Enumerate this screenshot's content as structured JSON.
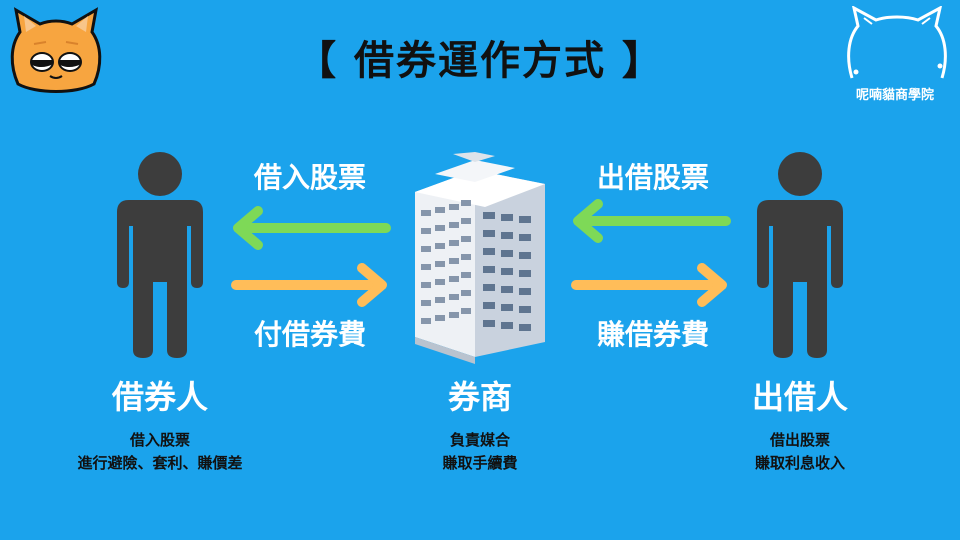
{
  "title": "【 借券運作方式 】",
  "brand": {
    "name": "呢喃貓商學院"
  },
  "arrows": {
    "left_top_label": "借入股票",
    "left_bottom_label": "付借券費",
    "right_top_label": "出借股票",
    "right_bottom_label": "賺借券費"
  },
  "roles": {
    "borrower": {
      "name": "借券人",
      "desc_line1": "借入股票",
      "desc_line2": "進行避險、套利、賺價差"
    },
    "broker": {
      "name": "券商",
      "desc_line1": "負責媒合",
      "desc_line2": "賺取手續費"
    },
    "lender": {
      "name": "出借人",
      "desc_line1": "借出股票",
      "desc_line2": "賺取利息收入"
    }
  },
  "colors": {
    "background": "#1ba3ec",
    "green_arrow": "#7ed957",
    "orange_arrow": "#ffbd59",
    "person": "#3d3d3d"
  }
}
